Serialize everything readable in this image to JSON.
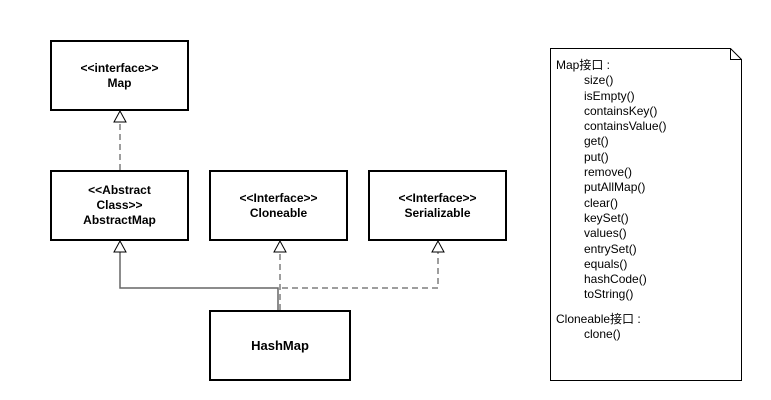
{
  "classes": {
    "map": {
      "stereotype": "<<interface>>",
      "name": "Map"
    },
    "abstract_map": {
      "stereotype_line1": "<<Abstract",
      "stereotype_line2": "Class>>",
      "name": "AbstractMap"
    },
    "cloneable": {
      "stereotype": "<<Interface>>",
      "name": "Cloneable"
    },
    "serializable": {
      "stereotype": "<<Interface>>",
      "name": "Serializable"
    },
    "hash_map": {
      "name": "HashMap"
    }
  },
  "note": {
    "map_heading": "Map接口 :",
    "map_methods": [
      "size()",
      "isEmpty()",
      "containsKey()",
      "containsValue()",
      "get()",
      "put()",
      "remove()",
      "putAllMap()",
      "clear()",
      "keySet()",
      "values()",
      "entrySet()",
      "equals()",
      "hashCode()",
      "toString()"
    ],
    "cloneable_heading": "Cloneable接口 :",
    "cloneable_methods": [
      "clone()"
    ]
  },
  "colors": {
    "stroke": "#000000",
    "dashed_connector": "#7f7f7f",
    "solid_connector": "#666666",
    "background": "#ffffff"
  }
}
